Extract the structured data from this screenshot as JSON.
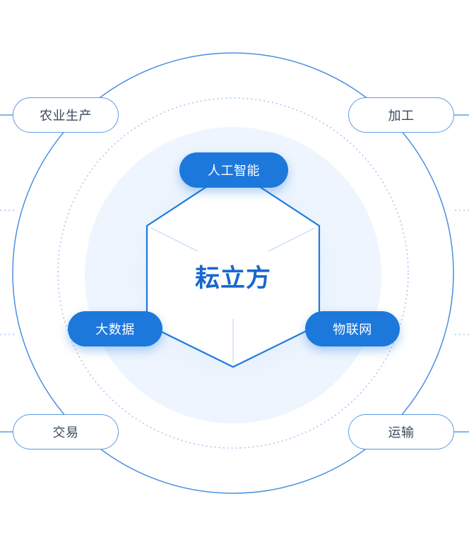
{
  "core": {
    "title": "耘立方"
  },
  "tech_nodes": {
    "top": "人工智能",
    "left": "大数据",
    "right": "物联网"
  },
  "stages": {
    "top_left": "农业生产",
    "top_right": "加工",
    "bottom_left": "交易",
    "bottom_right": "运输"
  },
  "colors": {
    "primary": "#1d78dc",
    "ring": "#4a8fe0",
    "dotted": "#a9c9f1",
    "glow": "#dbe9fb",
    "pill_text": "#3b4a5e"
  }
}
